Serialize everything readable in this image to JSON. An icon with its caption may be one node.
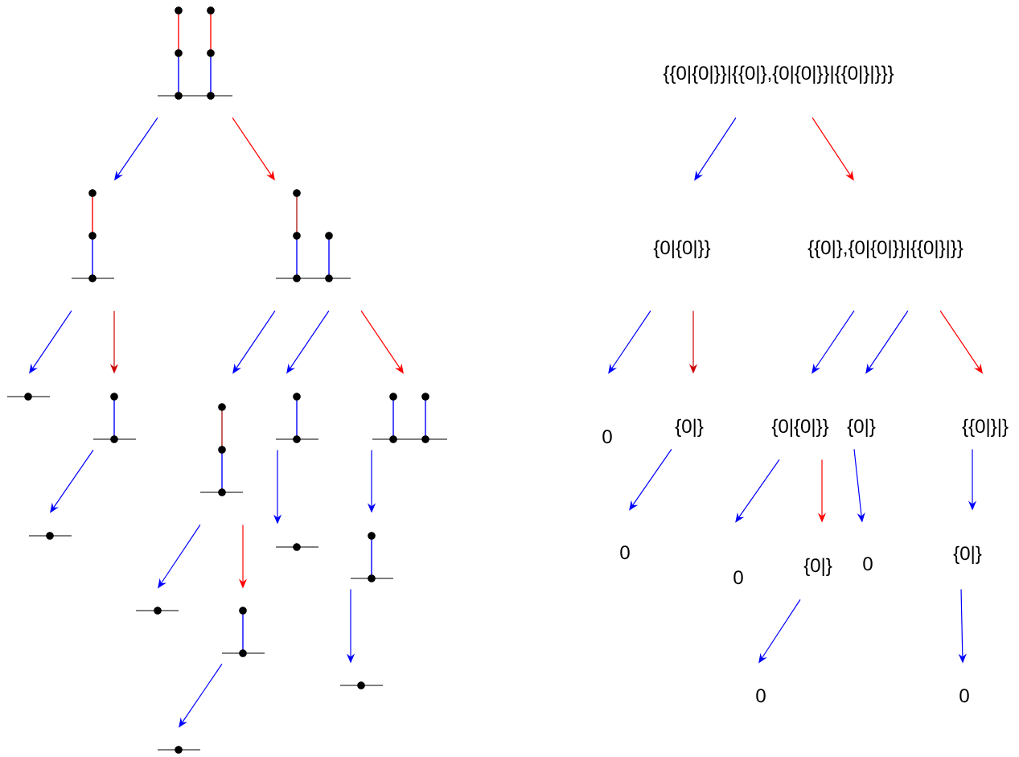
{
  "diagram": {
    "nodes": [
      {
        "text": [],
        "shape": "picture"
      },
      {
        "text": [],
        "shape": "picture"
      },
      {
        "text": [],
        "shape": "picture"
      },
      {
        "text": [],
        "shape": "picture"
      },
      {
        "text": [],
        "shape": "picture"
      },
      {
        "text": [],
        "shape": "picture"
      },
      {
        "text": [],
        "shape": "picture"
      },
      {
        "text": [],
        "shape": "picture"
      },
      {
        "text": [],
        "shape": "picture"
      },
      {
        "text": [],
        "shape": "picture"
      },
      {
        "text": [],
        "shape": "picture"
      },
      {
        "text": [],
        "shape": "picture"
      },
      {
        "text": [],
        "shape": "picture"
      },
      {
        "text": [],
        "shape": "picture"
      },
      {
        "text": [],
        "shape": "picture"
      },
      {
        "text": [
          "{{0|{0|}}|{{0|},{0|{0|}}|{{0|}|}}}"
        ]
      },
      {
        "text": [
          "{0|{0|}}"
        ]
      },
      {
        "text": [
          "{{0|},{0|{0|}}|{{0|}|}}"
        ]
      },
      {
        "text": [
          "0"
        ]
      },
      {
        "text": [
          "{0|}"
        ]
      },
      {
        "text": [
          "{0|{0|}}"
        ]
      },
      {
        "text": [
          "{0|}"
        ]
      },
      {
        "text": [
          "{{0|}|}"
        ]
      },
      {
        "text": [
          "0"
        ]
      },
      {
        "text": [
          "0"
        ]
      },
      {
        "text": [
          "{0|}"
        ]
      },
      {
        "text": [
          "0"
        ]
      },
      {
        "text": [
          "{0|}"
        ]
      },
      {
        "text": [
          "0"
        ]
      },
      {
        "text": [
          "0"
        ]
      }
    ],
    "edges": [
      {
        "from": 0,
        "to": 1,
        "arrow": "to"
      },
      {
        "from": 0,
        "to": 2,
        "arrow": "to",
        "color": "#ff0000"
      },
      {
        "from": 1,
        "to": 3,
        "arrow": "to"
      },
      {
        "from": 1,
        "to": 4,
        "arrow": "to",
        "color": "#cc0000"
      },
      {
        "from": 2,
        "to": 5,
        "arrow": "to"
      },
      {
        "from": 2,
        "to": 6,
        "arrow": "to"
      },
      {
        "from": 2,
        "to": 7,
        "arrow": "to",
        "color": "#ff0000"
      },
      {
        "from": 4,
        "to": 8,
        "arrow": "to"
      },
      {
        "from": 5,
        "to": 9,
        "arrow": "to"
      },
      {
        "from": 5,
        "to": 10,
        "arrow": "to",
        "color": "#ff0000"
      },
      {
        "from": 6,
        "to": 11,
        "arrow": "to"
      },
      {
        "from": 7,
        "to": 12,
        "arrow": "to"
      },
      {
        "from": 10,
        "to": 13,
        "arrow": "to"
      },
      {
        "from": 12,
        "to": 14,
        "arrow": "to"
      },
      {
        "from": 15,
        "to": 16,
        "arrow": "to"
      },
      {
        "from": 15,
        "to": 17,
        "arrow": "to",
        "color": "#ff0000"
      },
      {
        "from": 16,
        "to": 18,
        "arrow": "to"
      },
      {
        "from": 16,
        "to": 19,
        "arrow": "to",
        "color": "#cc0000"
      },
      {
        "from": 17,
        "to": 20,
        "arrow": "to"
      },
      {
        "from": 17,
        "to": 21,
        "arrow": "to"
      },
      {
        "from": 17,
        "to": 22,
        "arrow": "to",
        "color": "#ff0000"
      },
      {
        "from": 19,
        "to": 23,
        "arrow": "to"
      },
      {
        "from": 20,
        "to": 24,
        "arrow": "to"
      },
      {
        "from": 20,
        "to": 25,
        "arrow": "to",
        "color": "#ff0000"
      },
      {
        "from": 21,
        "to": 26,
        "arrow": "to"
      },
      {
        "from": 22,
        "to": 27,
        "arrow": "to"
      },
      {
        "from": 25,
        "to": 28,
        "arrow": "to"
      },
      {
        "from": 27,
        "to": 29,
        "arrow": "to"
      }
    ]
  }
}
